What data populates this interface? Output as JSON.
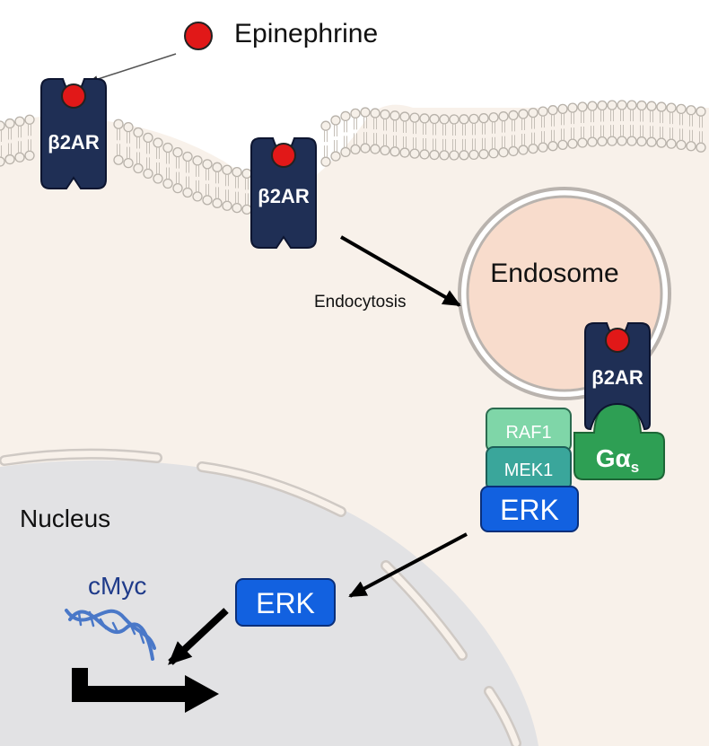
{
  "labels": {
    "ligand": "Epinephrine",
    "receptor": "β2AR",
    "endocytosis": "Endocytosis",
    "endosome": "Endosome",
    "raf": "RAF1",
    "mek": "MEK1",
    "erk": "ERK",
    "erk_nuclear": "ERK",
    "galpha_main": "Gα",
    "galpha_sub": "s",
    "nucleus": "Nucleus",
    "gene": "cMyc"
  },
  "colors": {
    "ligand_red": "#e11818",
    "receptor_navy": "#1f2f55",
    "cytoplasm": "#f8f1ea",
    "endosome_fill": "#f8dccc",
    "nucleus_fill": "#e2e2e4",
    "raf_fill": "#7fd6a8",
    "mek_fill": "#3aa69b",
    "erk_fill": "#1261e0",
    "galpha_fill": "#2e9f54",
    "dna_blue": "#4a78c8"
  }
}
